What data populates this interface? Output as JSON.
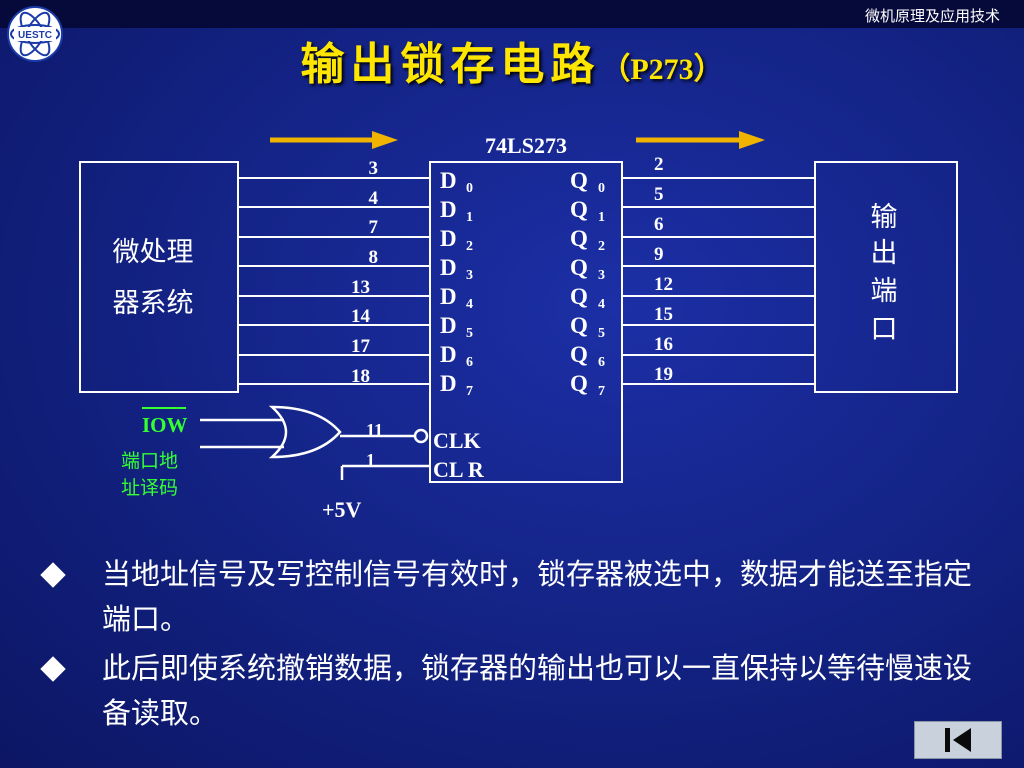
{
  "header": {
    "course": "微机原理及应用技术"
  },
  "title": {
    "main": "输出锁存电路",
    "ref": "（P273）"
  },
  "logo": {
    "icon": "university-logo-icon",
    "text": "UESTC"
  },
  "chip": {
    "name": "74LS273",
    "d_pin_numbers": [
      "3",
      "4",
      "7",
      "8",
      "13",
      "14",
      "17",
      "18"
    ],
    "q_pin_numbers": [
      "2",
      "5",
      "6",
      "9",
      "12",
      "15",
      "16",
      "19"
    ],
    "d_labels": [
      "D",
      "D",
      "D",
      "D",
      "D",
      "D",
      "D",
      "D"
    ],
    "q_labels": [
      "Q",
      "Q",
      "Q",
      "Q",
      "Q",
      "Q",
      "Q",
      "Q"
    ],
    "subscripts": [
      "0",
      "1",
      "2",
      "3",
      "4",
      "5",
      "6",
      "7"
    ],
    "clk_label": "CLK",
    "clr_label": "CL R",
    "clk_pin": "11",
    "clr_pin": "1"
  },
  "left_block": {
    "line1": "微处理",
    "line2": "器系统"
  },
  "right_block": {
    "chars": [
      "输",
      "出",
      "端",
      "口"
    ]
  },
  "gate_inputs": {
    "iow": "IOW",
    "decode_line1": "端口地",
    "decode_line2": "址译码"
  },
  "power": "+5V",
  "bullets": [
    "当地址信号及写控制信号有效时，锁存器被选中，数据才能送至指定端口。",
    "此后即使系统撤销数据，锁存器的输出也可以一直保持以等待慢速设备读取。"
  ],
  "nav": {
    "icon": "skip-back-icon"
  },
  "colors": {
    "background": "#142488",
    "title": "#ffe600",
    "arrow": "#f0b400",
    "green_label": "#33ff33"
  }
}
